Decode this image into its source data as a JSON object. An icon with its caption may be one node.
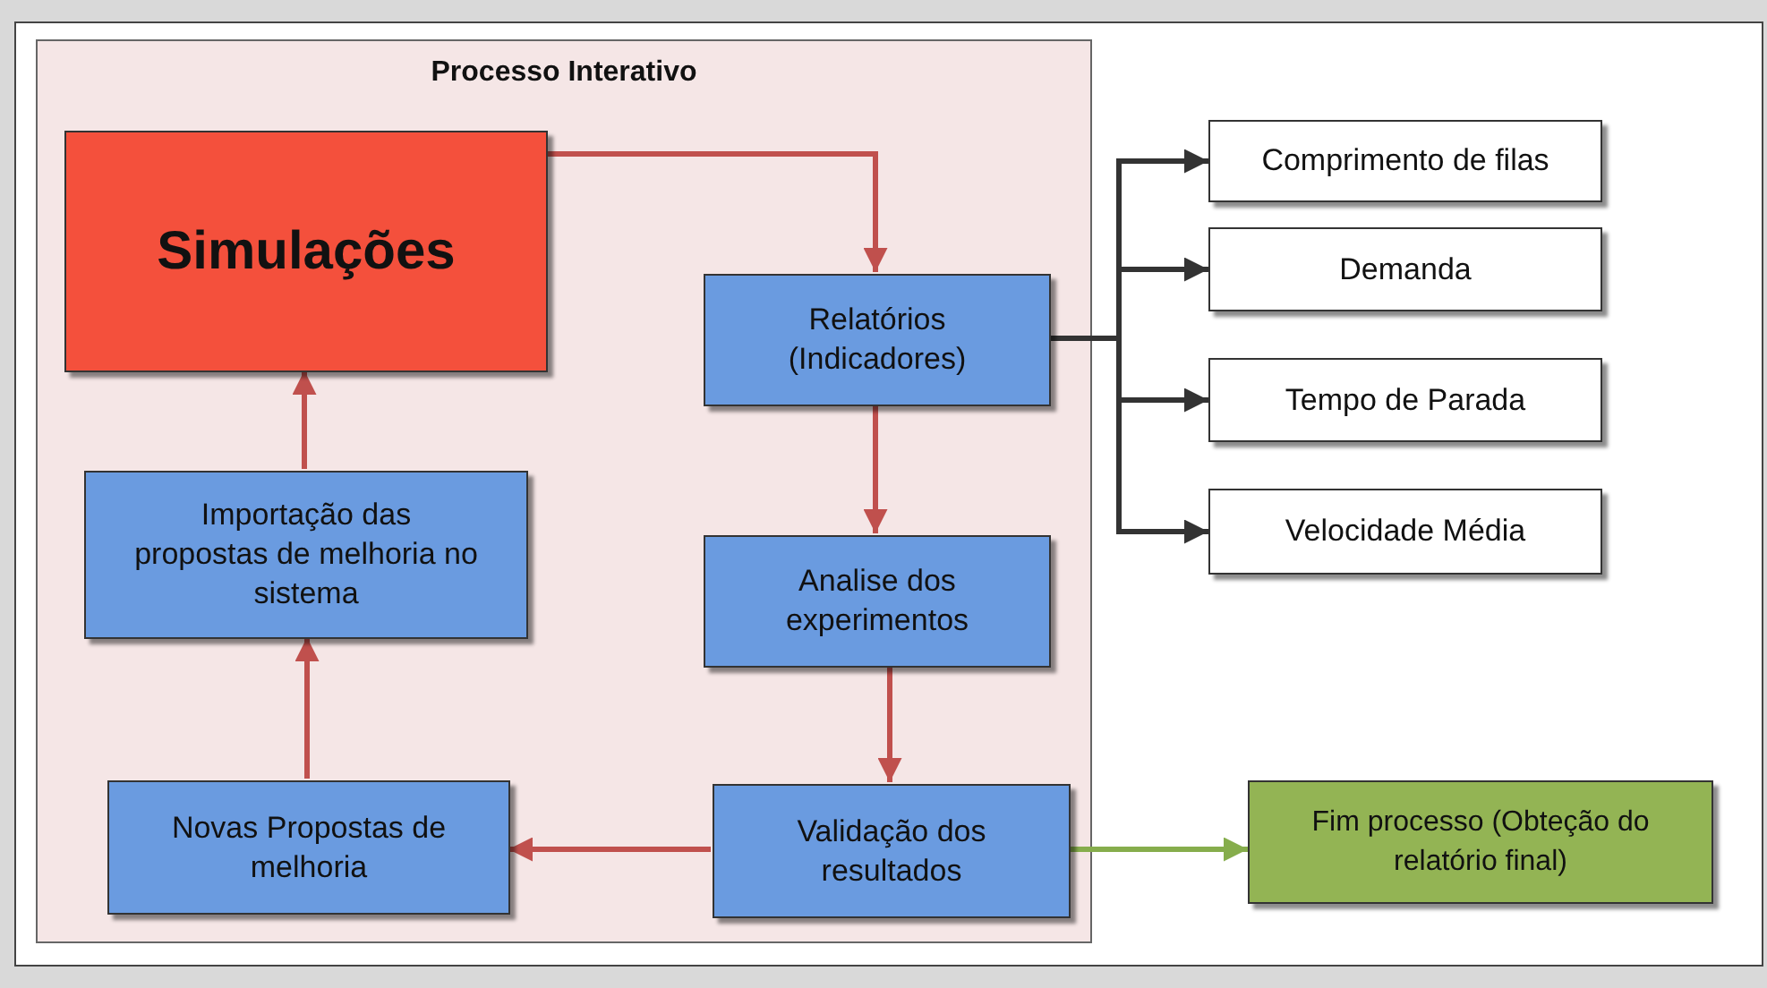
{
  "diagram": {
    "nodes": [
      {
        "text": [
          "Processo Interativo"
        ]
      },
      {
        "text": [
          "Simulações"
        ],
        "in": 0
      },
      {
        "text": [
          "Relatórios (Indicadores)"
        ],
        "in": 0
      },
      {
        "text": [
          "Analise dos experimentos"
        ],
        "in": 0
      },
      {
        "text": [
          "Validação dos resultados"
        ],
        "in": 0
      },
      {
        "text": [
          "Novas Propostas de melhoria"
        ],
        "in": 0
      },
      {
        "text": [
          "Importação das propostas de melhoria no sistema"
        ],
        "in": 0
      },
      {
        "text": [
          "Comprimento de filas"
        ]
      },
      {
        "text": [
          "Demanda"
        ]
      },
      {
        "text": [
          "Tempo de Parada"
        ]
      },
      {
        "text": [
          "Velocidade Média"
        ]
      },
      {
        "text": [
          "Fim processo (Obteção do relatório final)"
        ]
      }
    ],
    "edges": [
      {
        "from": 1,
        "to": 2,
        "arrow": "to"
      },
      {
        "from": 2,
        "to": 3,
        "arrow": "to"
      },
      {
        "from": 3,
        "to": 4,
        "arrow": "to"
      },
      {
        "from": 4,
        "to": 5,
        "arrow": "to"
      },
      {
        "from": 5,
        "to": 6,
        "arrow": "to"
      },
      {
        "from": 6,
        "to": 1,
        "arrow": "to"
      },
      {
        "from": 2,
        "to": 7,
        "arrow": "to",
        "color": "#333333"
      },
      {
        "from": 2,
        "to": 8,
        "arrow": "to",
        "color": "#333333"
      },
      {
        "from": 2,
        "to": 9,
        "arrow": "to",
        "color": "#333333"
      },
      {
        "from": 2,
        "to": 10,
        "arrow": "to",
        "color": "#333333"
      },
      {
        "from": 4,
        "to": 11,
        "arrow": "to",
        "color": "#86ad4c"
      }
    ]
  }
}
